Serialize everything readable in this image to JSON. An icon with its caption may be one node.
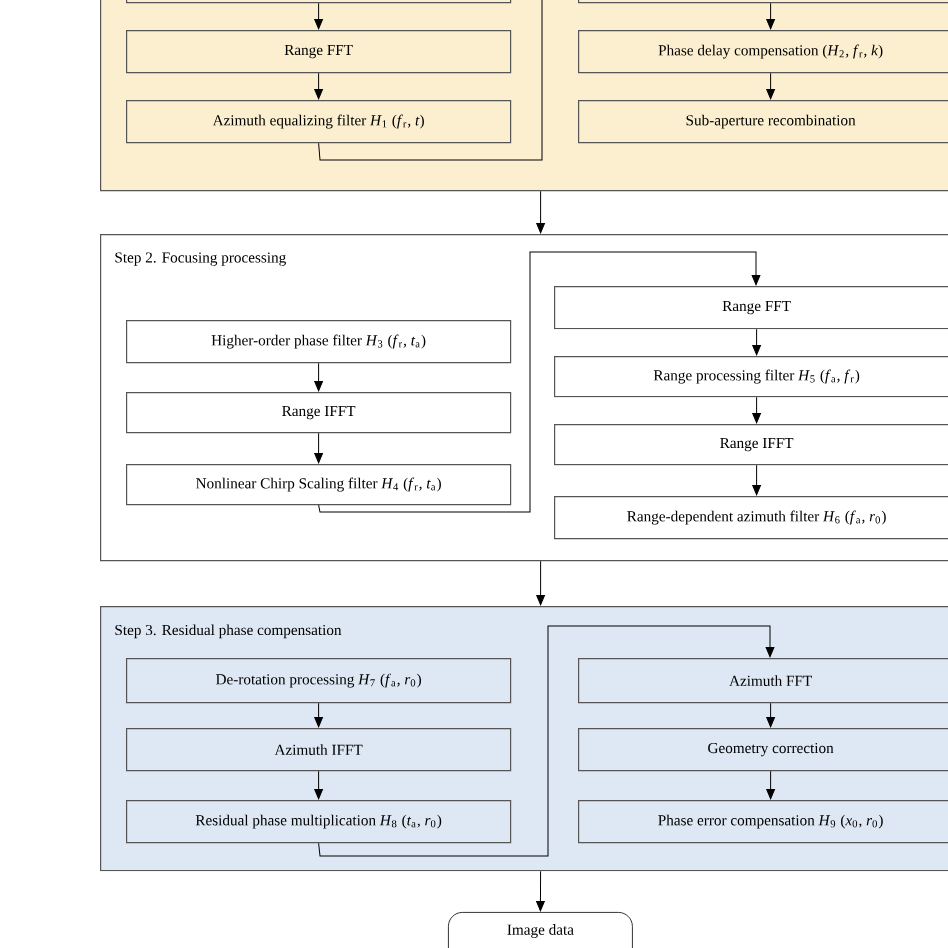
{
  "diagram": {
    "nodes": [
      {
        "text": [],
        "shape": "box"
      },
      {
        "text": [],
        "shape": "box",
        "in": 0
      },
      {
        "text": [
          "Range FFT"
        ],
        "in": 0
      },
      {
        "text": [
          "Azimuth equalizing filter *H*$_{1}$ (*f*$_{r}$, *t*)"
        ],
        "in": 0
      },
      {
        "text": [],
        "shape": "box",
        "in": 0
      },
      {
        "text": [
          "Phase delay compensation (*H*$_{2}$, *f*$_{r}$, *k*)"
        ],
        "in": 0
      },
      {
        "text": [
          "Sub-aperture recombination"
        ],
        "in": 0
      },
      {
        "text": [
          "Step 2. Focusing processing"
        ]
      },
      {
        "text": [
          "Higher-order phase filter *H*$_{3}$ (*f*$_{r}$, *t*$_{a}$)"
        ],
        "in": 7
      },
      {
        "text": [
          "Range IFFT"
        ],
        "in": 7
      },
      {
        "text": [
          "Nonlinear Chirp Scaling filter *H*$_{4}$ (*f*$_{r}$, *t*$_{a}$)"
        ],
        "in": 7
      },
      {
        "text": [
          "Range FFT"
        ],
        "in": 7
      },
      {
        "text": [
          "Range processing filter *H*$_{5}$ (*f*$_{a}$, *f*$_{r}$)"
        ],
        "in": 7
      },
      {
        "text": [
          "Range IFFT"
        ],
        "in": 7
      },
      {
        "text": [
          "Range-dependent azimuth filter *H*$_{6}$ (*f*$_{a}$, *r*$_{0}$)"
        ],
        "in": 7
      },
      {
        "text": [
          "Step 3. Residual phase compensation"
        ]
      },
      {
        "text": [
          "De-rotation processing *H*$_{7}$ (*f*$_{a}$, *r*$_{0}$)"
        ],
        "in": 15
      },
      {
        "text": [
          "Azimuth IFFT"
        ],
        "in": 15
      },
      {
        "text": [
          "Residual phase multiplication *H*$_{8}$ (*t*$_{a}$, *r*$_{0}$)"
        ],
        "in": 15
      },
      {
        "text": [
          "Azimuth FFT"
        ],
        "in": 15
      },
      {
        "text": [
          "Geometry correction"
        ],
        "in": 15
      },
      {
        "text": [
          "Phase error compensation *H*$_{9}$ (*x*$_{0}$, *r*$_{0}$)"
        ],
        "in": 15
      },
      {
        "text": [
          "Image data"
        ]
      }
    ],
    "edges": [
      {
        "from": 1,
        "to": 2,
        "arrow": "to"
      },
      {
        "from": 2,
        "to": 3,
        "arrow": "to"
      },
      {
        "from": 3,
        "to": null,
        "arrow": "none"
      },
      {
        "from": 4,
        "to": 5,
        "arrow": "to"
      },
      {
        "from": 5,
        "to": 6,
        "arrow": "to"
      },
      {
        "from": 0,
        "to": 7,
        "arrow": "to"
      },
      {
        "from": 8,
        "to": 9,
        "arrow": "to"
      },
      {
        "from": 9,
        "to": 10,
        "arrow": "to"
      },
      {
        "from": 10,
        "to": 11,
        "arrow": "to"
      },
      {
        "from": 11,
        "to": 12,
        "arrow": "to"
      },
      {
        "from": 12,
        "to": 13,
        "arrow": "to"
      },
      {
        "from": 13,
        "to": 14,
        "arrow": "to"
      },
      {
        "from": 7,
        "to": 15,
        "arrow": "to"
      },
      {
        "from": 16,
        "to": 17,
        "arrow": "to"
      },
      {
        "from": 17,
        "to": 18,
        "arrow": "to"
      },
      {
        "from": 18,
        "to": 19,
        "arrow": "to"
      },
      {
        "from": 19,
        "to": 20,
        "arrow": "to"
      },
      {
        "from": 20,
        "to": 21,
        "arrow": "to"
      },
      {
        "from": 15,
        "to": 22,
        "arrow": "to"
      }
    ]
  }
}
